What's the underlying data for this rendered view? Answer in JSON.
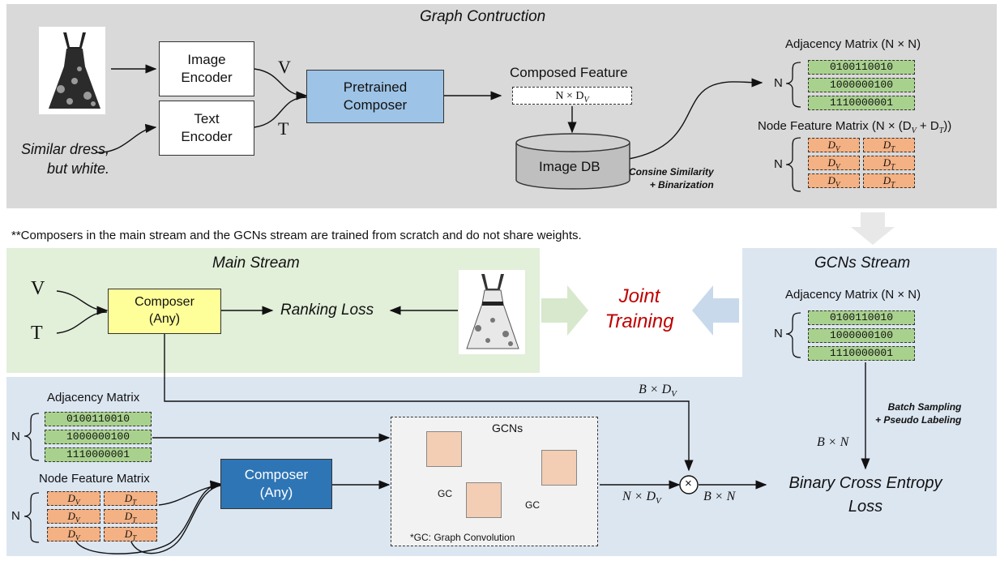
{
  "graph_construction": {
    "title": "Graph Contruction",
    "image_encoder": "Image\nEncoder",
    "text_encoder": "Text\nEncoder",
    "query_text": "Similar dress,\nbut white.",
    "v_label": "V",
    "t_label": "T",
    "pretrained_composer": "Pretrained\nComposer",
    "composed_feature_label": "Composed Feature",
    "composed_feature_shape": "N × D",
    "composed_feature_sub": "V",
    "image_db": "Image DB",
    "similarity_note": "Consine Similarity\n+ Binarization",
    "adjacency_title": "Adjacency Matrix (N × N)",
    "node_feature_title": "Node Feature Matrix (N × (D",
    "node_feature_title_mid": " + D",
    "node_feature_title_end": "))",
    "n_label": "N"
  },
  "note": "**Composers in the main stream and the GCNs stream are trained from scratch and do not share weights.",
  "main_stream": {
    "title": "Main Stream",
    "v_label": "V",
    "t_label": "T",
    "composer": "Composer\n(Any)",
    "ranking_loss": "Ranking Loss"
  },
  "joint_training": "Joint\nTraining",
  "gcns_stream": {
    "title": "GCNs Stream",
    "adjacency_title": "Adjacency Matrix (N × N)",
    "n_label": "N",
    "batch_note": "Batch Sampling\n+ Pseudo Labeling",
    "b_by_dv": "B × D",
    "b_by_n_top": "B × N",
    "b_by_n_bottom": "B × N",
    "n_by_dv": "N × D",
    "loss": "Binary Cross Entropy\nLoss",
    "adjacency_matrix": "Adjacency Matrix",
    "node_feature_matrix": "Node Feature Matrix",
    "composer": "Composer\n(Any)",
    "gcns_label": "GCNs",
    "gc_label_1": "GC",
    "gc_label_2": "GC",
    "gc_note": "*GC: Graph Convolution",
    "multiply_symbol": "×"
  },
  "adjacency_rows": [
    "0100110010",
    "1000000100",
    "1110000001"
  ],
  "feature_cells": {
    "dv": "D",
    "dv_sub": "V",
    "dt": "D",
    "dt_sub": "T"
  },
  "colors": {
    "gray_panel": "#d9d9d9",
    "green_panel": "#e2efd9",
    "blue_panel": "#dce6f1",
    "pretrained_composer": "#9dc3e6",
    "main_composer": "#ffff99",
    "gcn_composer": "#2e75b6",
    "joint_text": "#c00000"
  }
}
